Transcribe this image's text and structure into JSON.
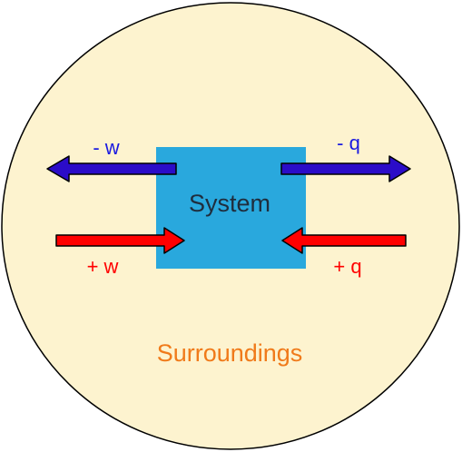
{
  "colors": {
    "surroundings_fill": "#fdf3cf",
    "outline": "#000000",
    "system_fill": "#29a8dd",
    "out_arrow": "#2b0cc8",
    "in_arrow": "#ff0000",
    "system_text": "#1f2d3d",
    "out_text": "#1a1ae0",
    "in_text": "#ff0000",
    "surroundings_text": "#f07a1a"
  },
  "labels": {
    "system": "System",
    "surroundings": "Surroundings",
    "work_out": "- w",
    "heat_out": "- q",
    "work_in": "+ w",
    "heat_in": "+ q"
  }
}
